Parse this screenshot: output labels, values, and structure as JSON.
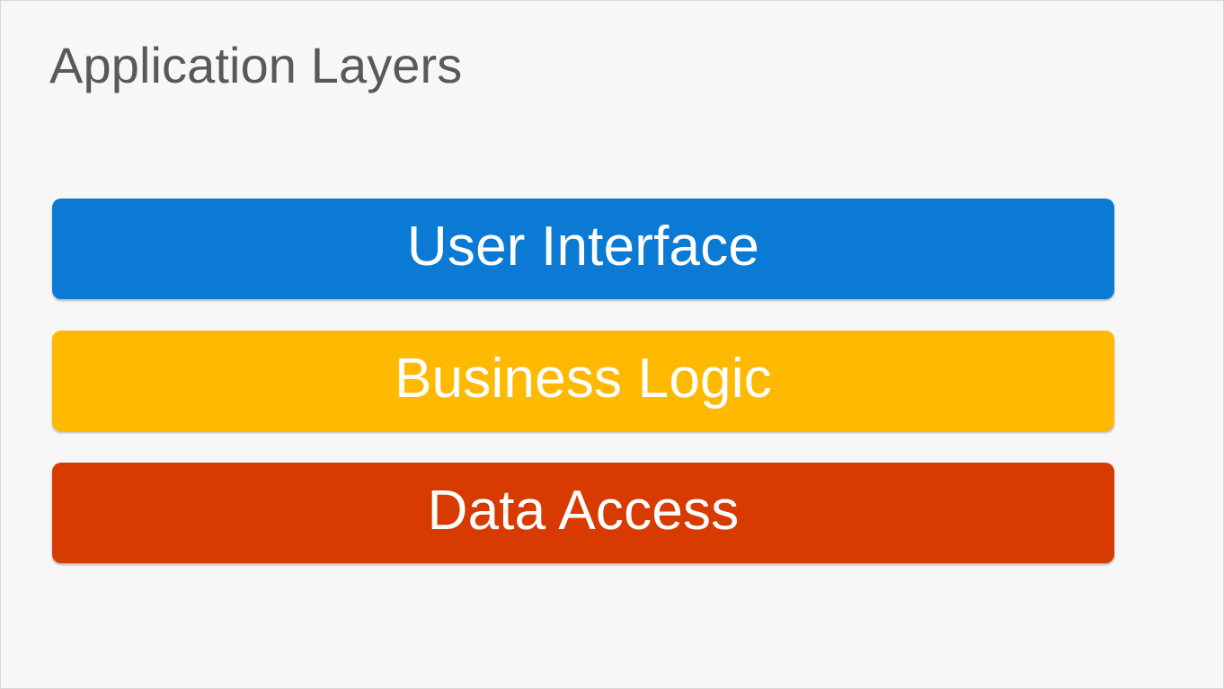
{
  "slide": {
    "title": "Application Layers",
    "background_color": "#F7F7F7",
    "border_color": "#D9D9D9",
    "title_color": "#595959"
  },
  "diagram": {
    "type": "layered-stack",
    "orientation": "vertical",
    "label_color": "#FFFFFF",
    "layers": [
      {
        "label": "User Interface",
        "color": "#0A7AD4",
        "order": 1
      },
      {
        "label": "Business Logic",
        "color": "#FFB900",
        "order": 2
      },
      {
        "label": "Data Access",
        "color": "#D83B01",
        "order": 3
      }
    ]
  }
}
